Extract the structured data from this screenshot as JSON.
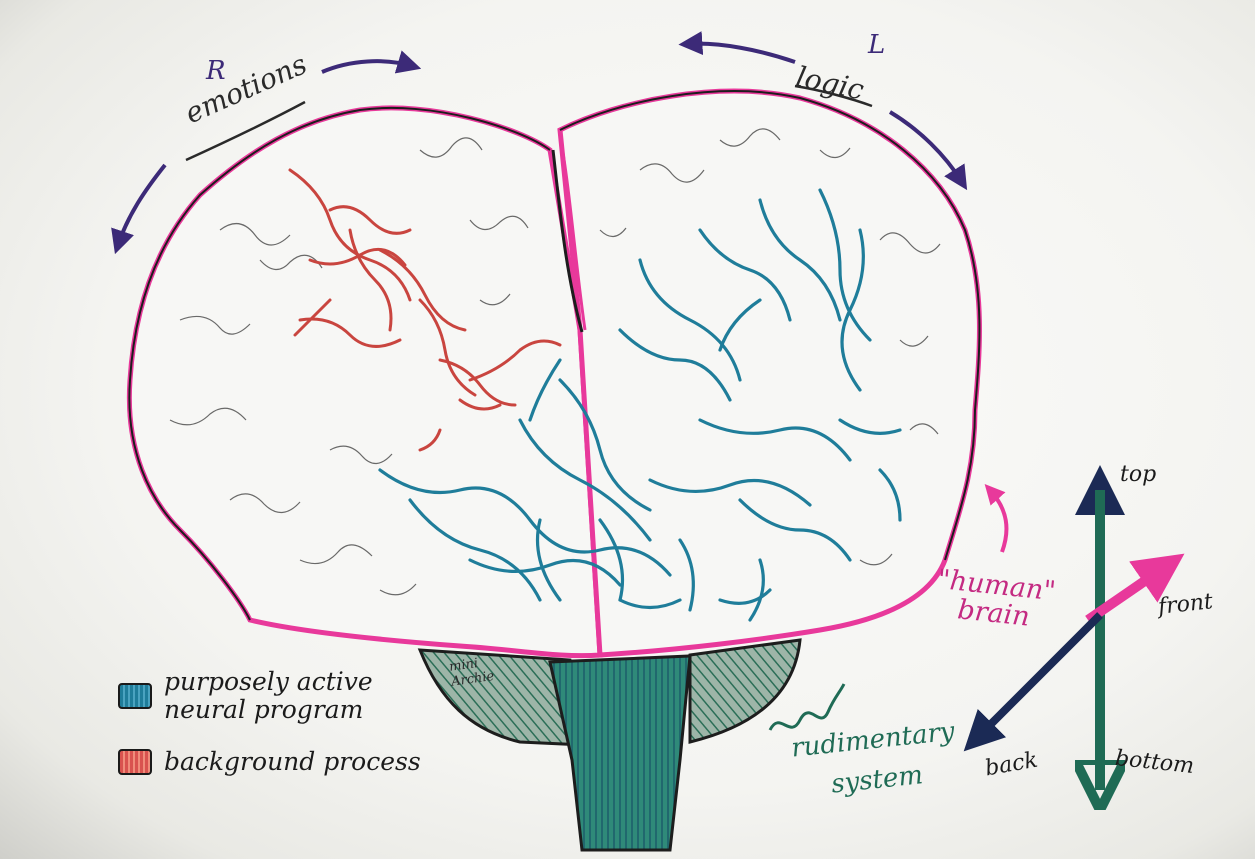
{
  "hemispheres": {
    "right_marker": "R",
    "right_label": "emotions",
    "left_marker": "L",
    "left_label": "logic"
  },
  "regions": {
    "human_brain_label": "\"human\" brain",
    "rudimentary_label": "rudimentary system",
    "mini_archive_label": "mini Archie"
  },
  "axes": {
    "top": "top",
    "bottom": "bottom",
    "front": "front",
    "back": "back"
  },
  "legend": [
    {
      "label": "purposely active neural program",
      "color": "#1f7d9a"
    },
    {
      "label": "background process",
      "color": "#d9534f"
    }
  ],
  "colors": {
    "outline_pink": "#e8399b",
    "outline_dark": "#1d1d1d",
    "active_blue": "#1f7d9a",
    "background_red": "#c9453f",
    "stem_green": "#1f7a5e",
    "arrow_purple": "#3c2a78"
  }
}
